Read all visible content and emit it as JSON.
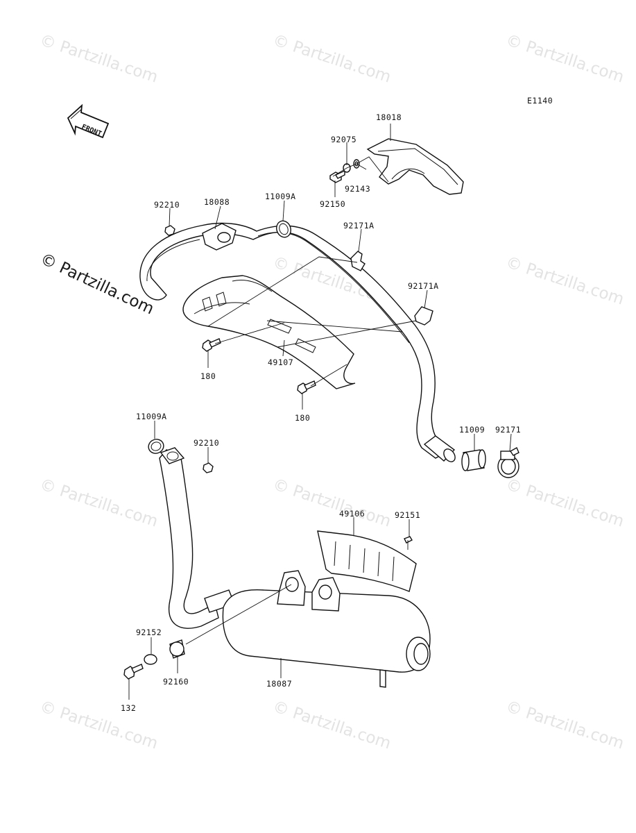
{
  "diagram_code": "E1140",
  "front_arrow": {
    "label": "FRONT",
    "icon": "front-arrow-icon"
  },
  "watermark": {
    "text": "© Partzilla.com"
  },
  "main_watermark": {
    "text": "© Partzilla.com"
  },
  "callouts": [
    {
      "id": "18018",
      "label": "18018"
    },
    {
      "id": "92075",
      "label": "92075"
    },
    {
      "id": "92143",
      "label": "92143"
    },
    {
      "id": "92150",
      "label": "92150"
    },
    {
      "id": "92210_top",
      "label": "92210"
    },
    {
      "id": "18088",
      "label": "18088"
    },
    {
      "id": "11009A_top",
      "label": "11009A"
    },
    {
      "id": "92171A_1",
      "label": "92171A"
    },
    {
      "id": "92171A_2",
      "label": "92171A"
    },
    {
      "id": "49107",
      "label": "49107"
    },
    {
      "id": "180_1",
      "label": "180"
    },
    {
      "id": "180_2",
      "label": "180"
    },
    {
      "id": "11009A_bottom",
      "label": "11009A"
    },
    {
      "id": "92210_bottom",
      "label": "92210"
    },
    {
      "id": "11009",
      "label": "11009"
    },
    {
      "id": "92171",
      "label": "92171"
    },
    {
      "id": "49106",
      "label": "49106"
    },
    {
      "id": "92151",
      "label": "92151"
    },
    {
      "id": "92152",
      "label": "92152"
    },
    {
      "id": "92160",
      "label": "92160"
    },
    {
      "id": "18087",
      "label": "18087"
    },
    {
      "id": "132",
      "label": "132"
    }
  ]
}
